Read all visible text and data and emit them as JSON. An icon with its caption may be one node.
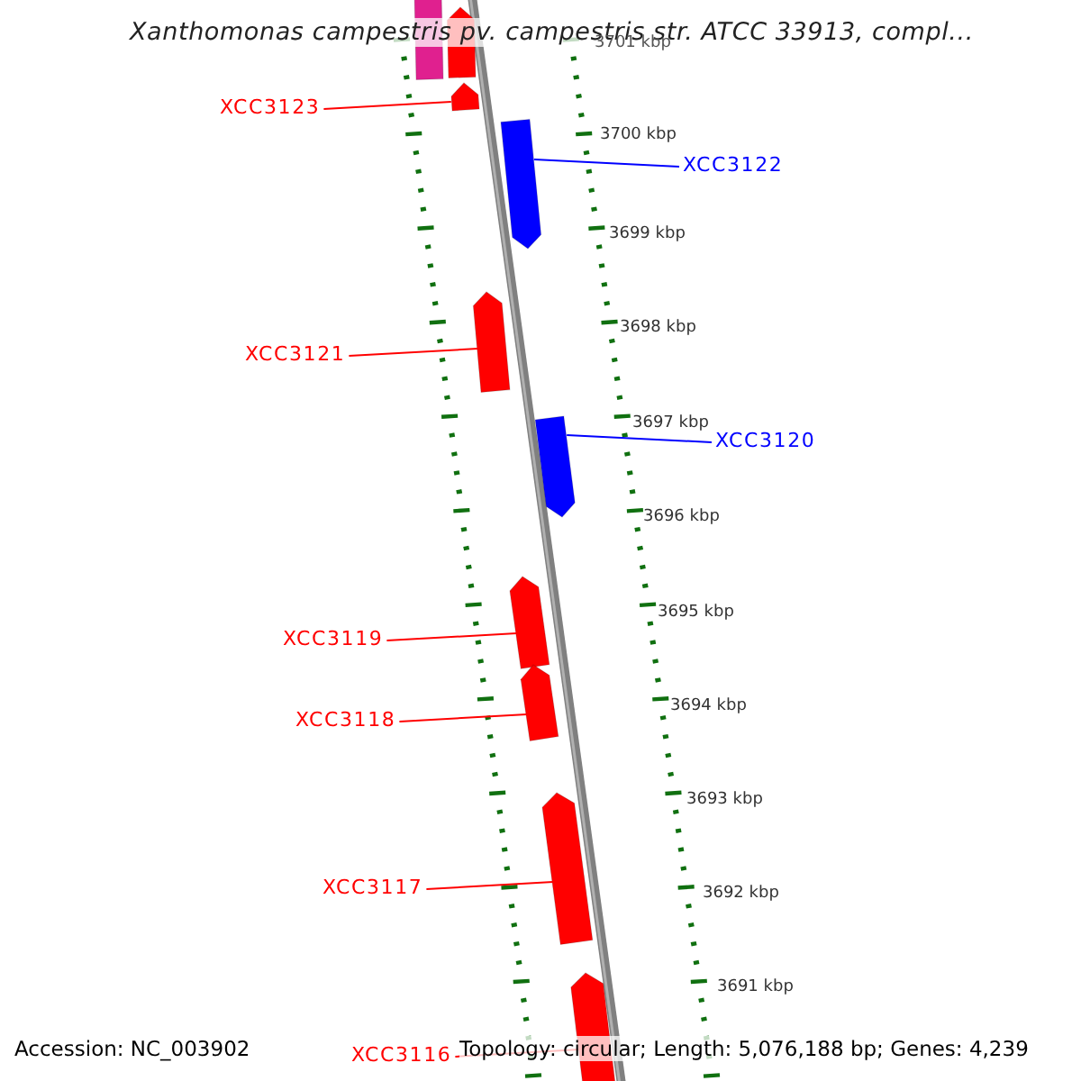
{
  "diagram": {
    "title": "Xanthomonas campestris pv. campestris str. ATCC 33913, compl...",
    "nodes": [
      {
        "text": [],
        "shape": "arrow"
      },
      {
        "text": [],
        "shape": "arrow"
      },
      {
        "text": [
          "XCC3123"
        ]
      },
      {
        "text": [],
        "shape": "arrow"
      },
      {
        "text": [
          "XCC3122"
        ]
      },
      {
        "text": [],
        "shape": "arrow"
      },
      {
        "text": [
          "XCC3121"
        ]
      },
      {
        "text": [],
        "shape": "arrow"
      },
      {
        "text": [
          "XCC3120"
        ]
      },
      {
        "text": [],
        "shape": "arrow"
      },
      {
        "text": [
          "XCC3119"
        ]
      },
      {
        "text": [],
        "shape": "arrow"
      },
      {
        "text": [
          "XCC3118"
        ]
      },
      {
        "text": [],
        "shape": "arrow"
      },
      {
        "text": [
          "XCC3117"
        ]
      },
      {
        "text": [],
        "shape": "arrow"
      },
      {
        "text": [
          "XCC3116"
        ]
      },
      {
        "text": [],
        "shape": "arrow"
      }
    ],
    "edges": [
      {
        "from": 2,
        "to": 3,
        "arrow": "none"
      },
      {
        "from": 4,
        "to": 5,
        "arrow": "none",
        "color": "#0000ff"
      },
      {
        "from": 6,
        "to": 7,
        "arrow": "none"
      },
      {
        "from": 8,
        "to": 9,
        "arrow": "none",
        "color": "#0000ff"
      },
      {
        "from": 10,
        "to": 11,
        "arrow": "none"
      },
      {
        "from": 12,
        "to": 13,
        "arrow": "none"
      },
      {
        "from": 14,
        "to": 15,
        "arrow": "none"
      },
      {
        "from": 16,
        "to": 17,
        "arrow": "none"
      }
    ],
    "labels": [
      "3701 kbp",
      "3700 kbp",
      "3699 kbp",
      "3698 kbp",
      "3697 kbp",
      "3696 kbp",
      "3695 kbp",
      "3694 kbp",
      "3693 kbp",
      "3692 kbp",
      "3691 kbp",
      "Accession: NC_003902",
      "Topology: circular; Length: 5,076,188 bp; Genes: 4,239"
    ]
  }
}
